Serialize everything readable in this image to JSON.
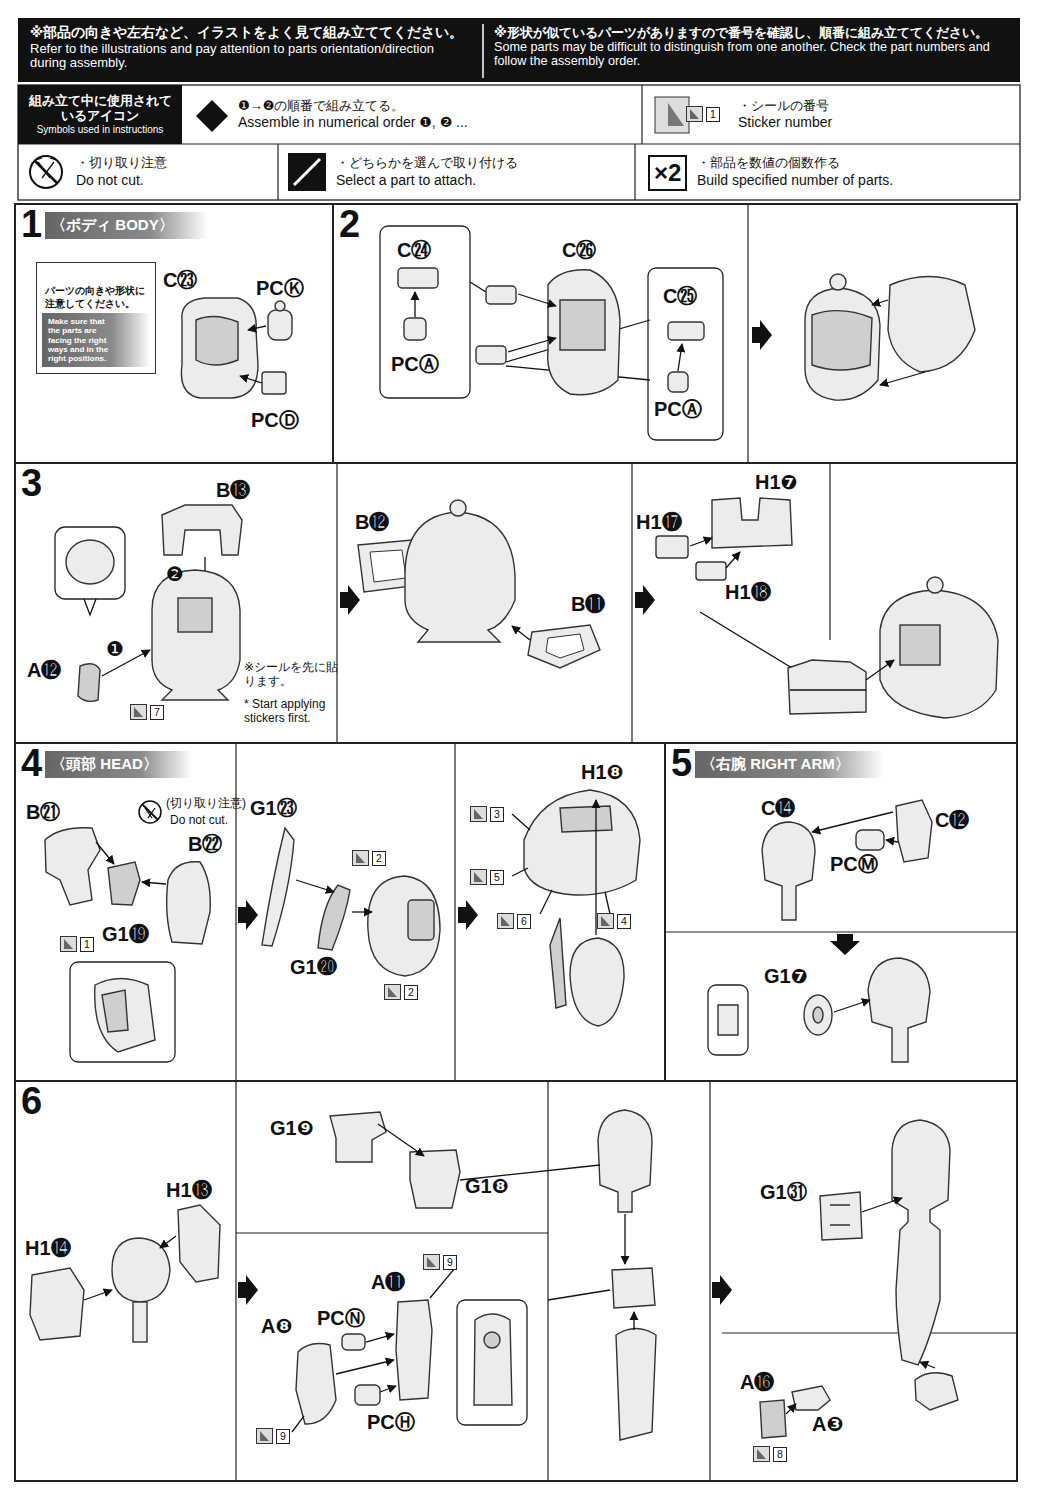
{
  "diagram": {
    "nodes": [
      {
        "text": [
          "※部品の向きや左右など、イラストをよく見て組み立ててください。",
          "Refer to the illustrations and pay attention to parts orientation/direction during assembly."
        ]
      },
      {
        "text": [
          "※形状が似ているパーツがありますので番号を確認し、順番に組み立ててください。",
          "Some parts may be difficult to distinguish from one another. Check the part numbers and follow the assembly order."
        ]
      },
      {
        "text": [
          "組み立て中に使用されているアイコン",
          "Symbols used in instructions"
        ]
      },
      {
        "text": [
          "❶→❷の順番で組み立てる。",
          "Assemble in numerical order ❶, ❷ ..."
        ]
      },
      {
        "text": [
          "・シールの番号",
          "Sticker number"
        ]
      },
      {
        "text": [
          "・切り取り注意",
          "Do not cut."
        ]
      },
      {
        "text": [
          "・どちらかを選んで取り付ける",
          "Select a part to attach."
        ]
      },
      {
        "text": [
          "・部品を数値の個数作る",
          "Build specified number of parts."
        ]
      },
      {
        "text": [
          "1",
          "〈ボディ BODY〉"
        ]
      },
      {
        "text": [
          "パーツの向きや形状に注意してください。",
          "Make sure that the parts are facing the right ways and in the right positions."
        ],
        "in": 8
      },
      {
        "text": [
          "2"
        ]
      },
      {
        "text": [
          "3"
        ]
      },
      {
        "text": [
          "4",
          "〈頭部 HEAD〉"
        ]
      },
      {
        "text": [
          "5",
          "〈右腕 RIGHT ARM〉"
        ]
      },
      {
        "text": [
          "6"
        ]
      }
    ],
    "labels": [
      "1",
      "×2",
      "C㉓",
      "PCⓀ",
      "PCⒹ",
      "C㉔",
      "PCⒶ",
      "C㉖",
      "C㉕",
      "PCⒶ",
      "B⓭",
      "❷",
      "❶",
      "A⓬",
      "7",
      "※シールを先に貼ります。",
      "* Start applying stickers first.",
      "B⓬",
      "B⓫",
      "H1❼",
      "H1⓱",
      "H1⓲",
      "B㉑",
      "(切り取り注意)",
      "Do not cut.",
      "B㉒",
      "G1⓳",
      "1",
      "G1㉓",
      "2",
      "G1⓴",
      "2",
      "H1❽",
      "3",
      "5",
      "6",
      "4",
      "C⓮",
      "C⓬",
      "PCⓂ",
      "G1❼",
      "H1⓭",
      "H1⓮",
      "G1❾",
      "G1❽",
      "9",
      "A⓫",
      "PCⓃ",
      "A❽",
      "PCⒽ",
      "9",
      "G1㉛",
      "A⓰",
      "A❸",
      "8"
    ]
  }
}
